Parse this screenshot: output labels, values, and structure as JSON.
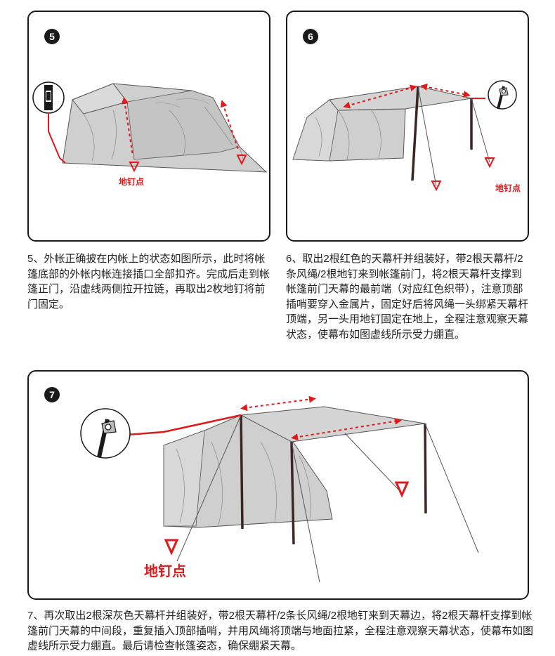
{
  "steps": [
    {
      "number": "5",
      "label": "地钉点",
      "description": "5、外帐正确披在内帐上的状态如图所示，此时将帐篷底部的外帐内帐连接插口全部扣齐。完成后走到帐篷正门，沿虚线两侧拉开拉链，再取出2枚地钉将前门固定。"
    },
    {
      "number": "6",
      "label": "地钉点",
      "description": "6、取出2根红色的天幕杆并组装好，带2根天幕杆/2条风绳/2根地钉来到帐篷前门，将2根天幕杆支撑到帐篷前门天幕的最前端（对应红色织带），注意顶部插哨要穿入金属片，固定好后将风绳一头绑紧天幕杆顶端，另一头用地钉固定在地上，全程注意观察天幕状态，使幕布如图虚线所示受力绷直。"
    },
    {
      "number": "7",
      "label": "地钉点",
      "description": "7、再次取出2根深灰色天幕杆并组装好，带2根天幕杆/2条长风绳/2根地钉来到天幕边，将2根天幕杆支撑到帐篷前门天幕的中间段，重复插入顶部插哨，并用风绳将顶端与地面拉紧，全程注意观察天幕状态，使幕布如图虚线所示受力绷直。最后请检查帐篷姿态，确保绷紧天幕。"
    }
  ],
  "colors": {
    "accent_red": "#e01a1a",
    "tent_gray": "#c9c9c9",
    "outline": "#1a1a1a"
  },
  "icons": [
    "strap-buckle-icon",
    "metal-ring-icon",
    "ground-stake-marker-icon",
    "tension-arrow-icon"
  ]
}
